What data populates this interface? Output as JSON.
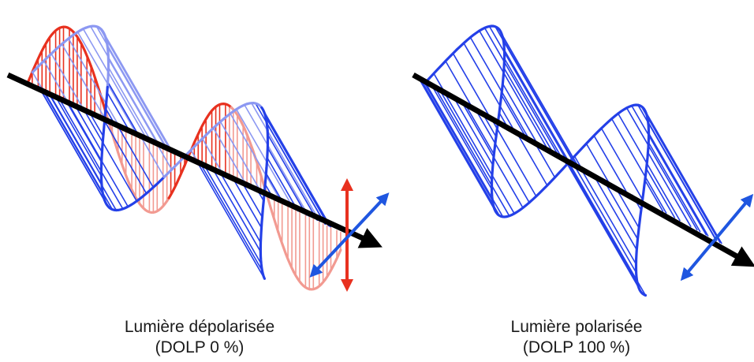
{
  "colors": {
    "axis": "#000000",
    "red_wave": "#e8311f",
    "red_wave_faded": "#f29a91",
    "blue_wave": "#2440e8",
    "blue_wave_faded": "#8c98f2",
    "red_arrow": "#e8311f",
    "blue_arrow": "#1f56e0"
  },
  "panels": [
    {
      "caption_line1": "Lumière dépolarisée",
      "caption_line2": "(DOLP 0 %)",
      "polarization_arrows": [
        "vertical-red-arrow-icon",
        "diagonal-blue-arrow-icon"
      ],
      "wave_components": [
        "red-wave",
        "blue-wave"
      ]
    },
    {
      "caption_line1": "Lumière polarisée",
      "caption_line2": "(DOLP 100 %)",
      "polarization_arrows": [
        "diagonal-blue-arrow-icon"
      ],
      "wave_components": [
        "blue-wave"
      ]
    }
  ]
}
